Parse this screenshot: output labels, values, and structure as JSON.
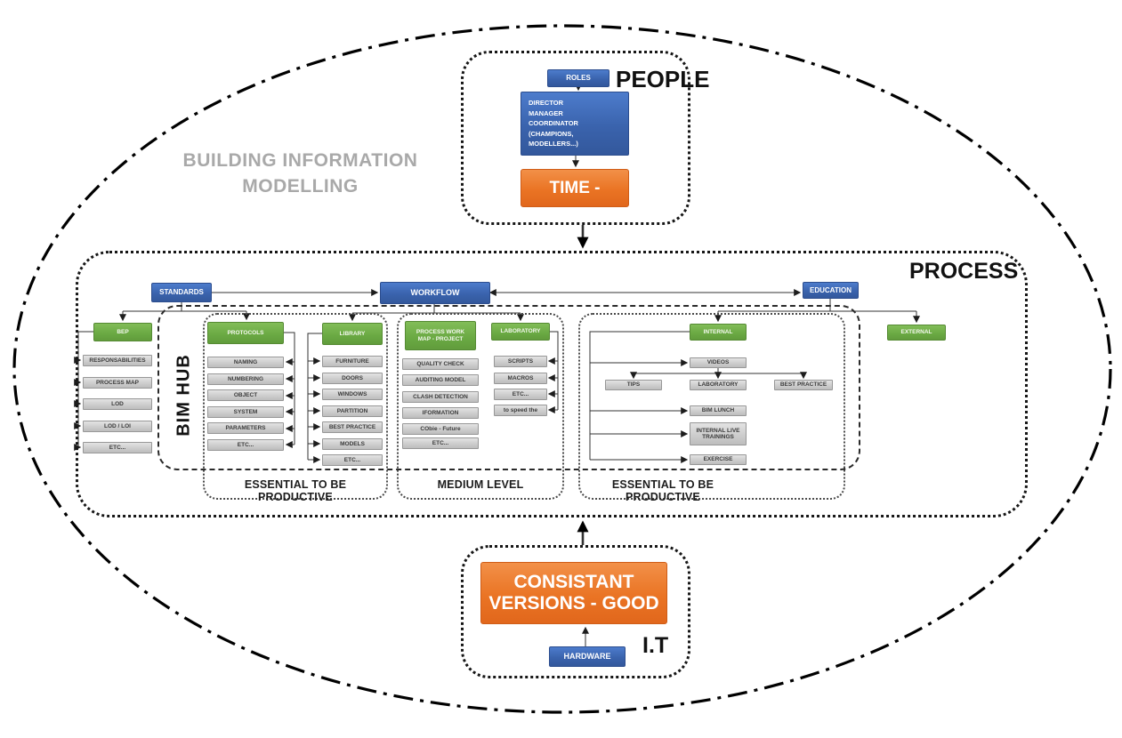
{
  "title": {
    "line1": "BUILDING INFORMATION",
    "line2": "MODELLING"
  },
  "people": {
    "label": "PEOPLE",
    "roles": "ROLES",
    "roles_detail": [
      "DIRECTOR",
      "MANAGER",
      "COORDINATOR",
      "(CHAMPIONS, MODELLERS...)"
    ],
    "time": "TIME -"
  },
  "process": {
    "label": "PROCESS",
    "bim_hub": "BIM HUB",
    "standards": "STANDARDS",
    "workflow": "WORKFLOW",
    "education": "EDUCATION",
    "external": "EXTERNAL",
    "bep": {
      "label": "BEP",
      "items": [
        "RESPONSABILITIES",
        "PROCESS MAP",
        "LOD",
        "LOD / LOI",
        "ETC..."
      ]
    },
    "protocols": {
      "label": "PROTOCOLS",
      "items": [
        "NAMING",
        "NUMBERING",
        "OBJECT",
        "SYSTEM",
        "PARAMETERS",
        "ETC..."
      ]
    },
    "library": {
      "label": "LIBRARY",
      "items": [
        "FURNITURE",
        "DOORS",
        "WINDOWS",
        "PARTITION",
        "BEST PRACTICE",
        "MODELS",
        "ETC..."
      ]
    },
    "process_work_map": {
      "label": "PROCESS WORK MAP - PROJECT",
      "items": [
        "QUALITY CHECK",
        "AUDITING MODEL",
        "CLASH DETECTION",
        "IFORMATION",
        "CObie - Future",
        "ETC..."
      ]
    },
    "laboratory": {
      "label": "LABORATORY",
      "items": [
        "SCRIPTS",
        "MACROS",
        "ETC...",
        "to speed the"
      ]
    },
    "internal": {
      "label": "INTERNAL",
      "videos": "VIDEOS",
      "tips": "TIPS",
      "laboratory": "LABORATORY",
      "best_practice": "BEST PRACTICE",
      "bim_lunch": "BIM LUNCH",
      "internal_live": "INTERNAL LIVE TRAININGS",
      "exercise": "EXERCISE"
    },
    "group_labels": {
      "g1": "ESSENTIAL TO BE PRODUCTIVE",
      "g2": "MEDIUM LEVEL",
      "g3": "ESSENTIAL TO BE PRODUCTIVE"
    }
  },
  "it": {
    "label": "I.T",
    "consistant_line1": "CONSISTANT",
    "consistant_line2": "VERSIONS - GOOD",
    "hardware": "HARDWARE"
  },
  "colors": {
    "blue": "#3A63AD",
    "green": "#6AA943",
    "orange": "#EA7424",
    "gray_box": "#CFCFCF",
    "title_gray": "#A9A9A9"
  }
}
